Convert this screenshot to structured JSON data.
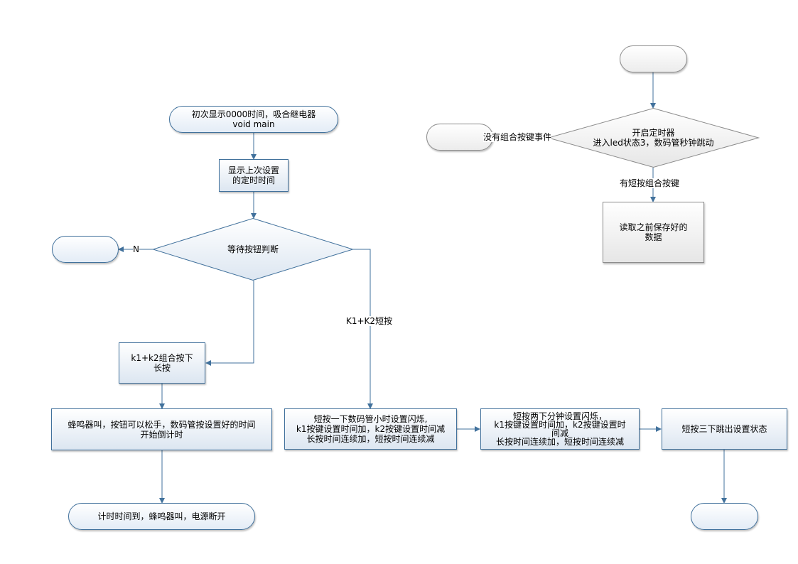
{
  "nodes": {
    "start_main": "初次显示0000时间，吸合继电器\nvoid main",
    "show_last": "显示上次设置\n的定时时间",
    "wait_button": "等待按钮判断",
    "left_end": "",
    "k1k2_long": "k1+k2组合按下\n长按",
    "buzzer_start": "蜂鸣器叫，按钮可以松手，数码管按设置好的时间\n开始倒计时",
    "timer_end": "计时时间到，蜂鸣器叫，电源断开",
    "short_once": "短按一下数码管小时设置闪烁,\nk1按键设置时间加，k2按键设置时间减\n长按时间连续加，短按时间连续减",
    "short_twice": "短按两下分钟设置闪烁，\nk1按键设置时间加，k2按键设置时\n间减\n长按时间连续加，短按时间连续减",
    "short_thrice": "短按三下跳出设置状态",
    "exit_end": "",
    "top_start": "",
    "timer_on": "开启定时器\n进入led状态3，数码管秒钟跳动",
    "no_combo_end": "",
    "read_saved": "读取之前保存好的\n数据"
  },
  "edges": {
    "n": "N",
    "k1k2_short": "K1+K2短按",
    "no_combo": "没有组合按键事件",
    "has_combo": "有短按组合按键"
  },
  "colors": {
    "line": "#41719c",
    "fill_top": "#ffffff",
    "fill_bottom": "#dce6f1",
    "gray_border": "#8c8c8c"
  }
}
